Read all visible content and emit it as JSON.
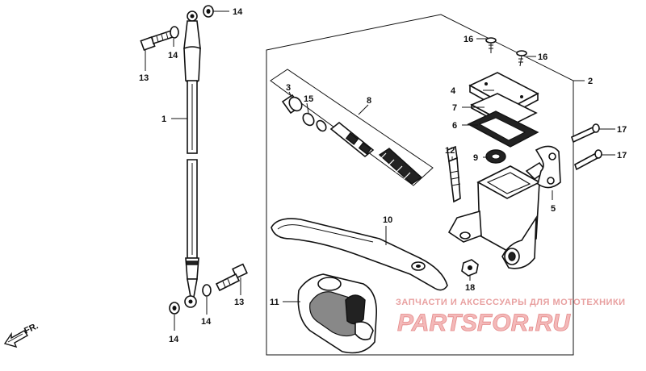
{
  "callouts": [
    {
      "id": "c1",
      "text": "1"
    },
    {
      "id": "c2",
      "text": "2"
    },
    {
      "id": "c3",
      "text": "3"
    },
    {
      "id": "c4",
      "text": "4"
    },
    {
      "id": "c5",
      "text": "5"
    },
    {
      "id": "c6",
      "text": "6"
    },
    {
      "id": "c7",
      "text": "7"
    },
    {
      "id": "c8",
      "text": "8"
    },
    {
      "id": "c9",
      "text": "9"
    },
    {
      "id": "c10",
      "text": "10"
    },
    {
      "id": "c11",
      "text": "11"
    },
    {
      "id": "c12",
      "text": "12"
    },
    {
      "id": "c13a",
      "text": "13"
    },
    {
      "id": "c13b",
      "text": "13"
    },
    {
      "id": "c14a",
      "text": "14"
    },
    {
      "id": "c14b",
      "text": "14"
    },
    {
      "id": "c14c",
      "text": "14"
    },
    {
      "id": "c14d",
      "text": "14"
    },
    {
      "id": "c15",
      "text": "15"
    },
    {
      "id": "c16a",
      "text": "16"
    },
    {
      "id": "c16b",
      "text": "16"
    },
    {
      "id": "c17a",
      "text": "17"
    },
    {
      "id": "c17b",
      "text": "17"
    },
    {
      "id": "c18",
      "text": "18"
    }
  ],
  "direction_label": "FR.",
  "watermark": {
    "tagline": "ЗАПЧАСТИ И АКСЕССУАРЫ ДЛЯ МОТОТЕХНИКИ",
    "brand": "PARTSFOR.RU"
  },
  "colors": {
    "ink": "#111111",
    "watermark": "#e58a8a"
  }
}
